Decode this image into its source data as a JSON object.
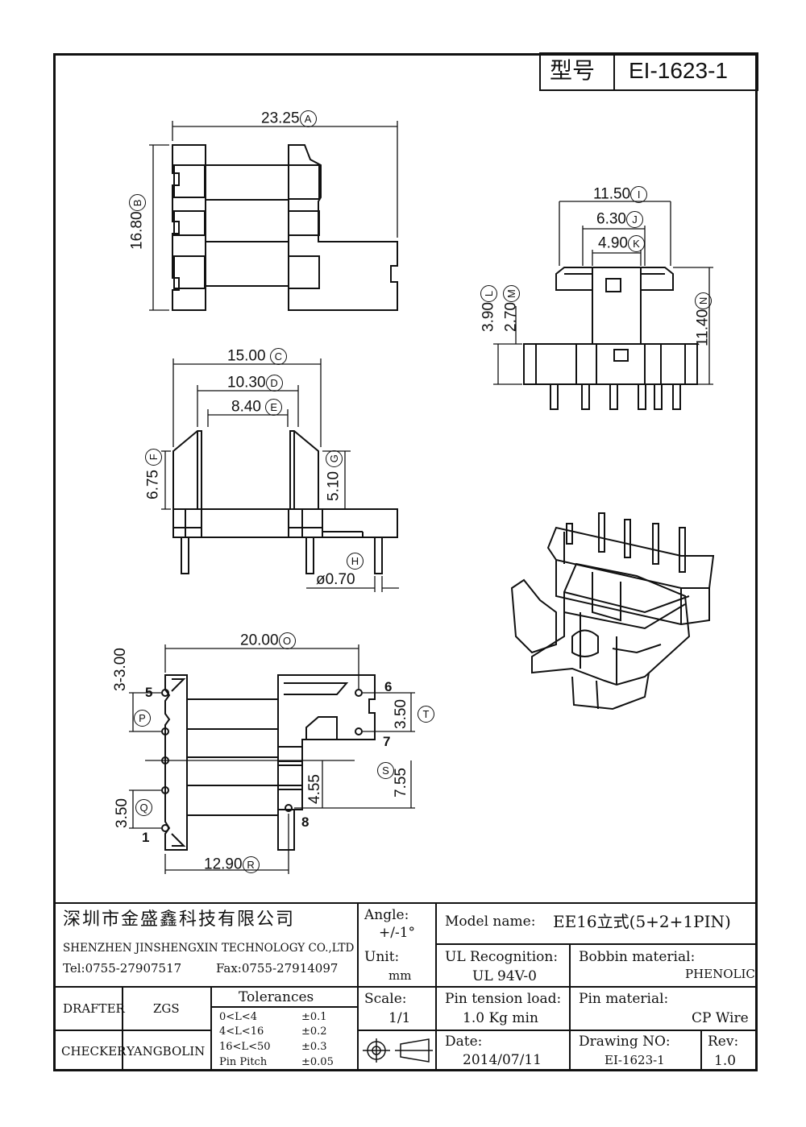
{
  "model_box": {
    "label": "型号",
    "value": "EI-1623-1"
  },
  "top_view": {
    "dim_A": {
      "value": "23.25",
      "ref": "A"
    },
    "dim_B": {
      "value": "16.80",
      "ref": "B"
    }
  },
  "side_view": {
    "dim_I": {
      "value": "11.50",
      "ref": "I"
    },
    "dim_J": {
      "value": "6.30",
      "ref": "J"
    },
    "dim_K": {
      "value": "4.90",
      "ref": "K"
    },
    "dim_L": {
      "value": "3.90",
      "ref": "L"
    },
    "dim_M": {
      "value": "2.70",
      "ref": "M"
    },
    "dim_N": {
      "value": "11.40",
      "ref": "N"
    }
  },
  "front_view": {
    "dim_C": {
      "value": "15.00",
      "ref": "C"
    },
    "dim_D": {
      "value": "10.30",
      "ref": "D"
    },
    "dim_E": {
      "value": "8.40",
      "ref": "E"
    },
    "dim_F": {
      "value": "6.75",
      "ref": "F"
    },
    "dim_G": {
      "value": "5.10",
      "ref": "G"
    },
    "dim_H": {
      "value": "ø0.70",
      "ref": "H"
    }
  },
  "bottom_view": {
    "dim_O": {
      "value": "20.00",
      "ref": "O"
    },
    "dim_P": {
      "value": "3-3.00",
      "ref": "P"
    },
    "dim_Q": {
      "value": "3.50",
      "ref": "Q"
    },
    "dim_R": {
      "value": "12.90",
      "ref": "R"
    },
    "dim_S": {
      "value": "7.55",
      "ref": "S"
    },
    "dim_T": {
      "value": "3.50",
      "ref": "T"
    },
    "dim_455": "4.55",
    "pins": {
      "p5": "5",
      "p1": "1",
      "p6": "6",
      "p7": "7",
      "p8": "8"
    }
  },
  "title_block": {
    "company_cn": "深圳市金盛鑫科技有限公司",
    "company_en": "SHENZHEN JINSHENGXIN TECHNOLOGY CO.,LTD",
    "tel": "Tel:0755-27907517",
    "fax": "Fax:0755-27914097",
    "angle_label": "Angle:",
    "angle_value": "+/-1°",
    "unit_label": "Unit:",
    "unit_value": "mm",
    "scale_label": "Scale:",
    "scale_value": "1/1",
    "model_name_label": "Model name:",
    "model_name_value": "EE16立式(5+2+1PIN)",
    "ul_label": "UL Recognition:",
    "ul_value": "UL 94V-0",
    "bobbin_label": "Bobbin material:",
    "bobbin_value": "PHENOLIC",
    "pin_tension_label": "Pin tension load:",
    "pin_tension_value": "1.0 Kg min",
    "pin_material_label": "Pin material:",
    "pin_material_value": "CP Wire",
    "date_label": "Date:",
    "date_value": "2014/07/11",
    "drawing_no_label": "Drawing NO:",
    "drawing_no_value": "EI-1623-1",
    "rev_label": "Rev:",
    "rev_value": "1.0",
    "drafter_label": "DRAFTER",
    "drafter_value": "ZGS",
    "checker_label": "CHECKER",
    "checker_value": "YANGBOLIN",
    "tolerances_label": "Tolerances",
    "tolerances": [
      {
        "range": "0<L<4",
        "tol": "±0.1"
      },
      {
        "range": "4<L<16",
        "tol": "±0.2"
      },
      {
        "range": "16<L<50",
        "tol": "±0.3"
      },
      {
        "range": "Pin Pitch",
        "tol": "±0.05"
      }
    ]
  }
}
